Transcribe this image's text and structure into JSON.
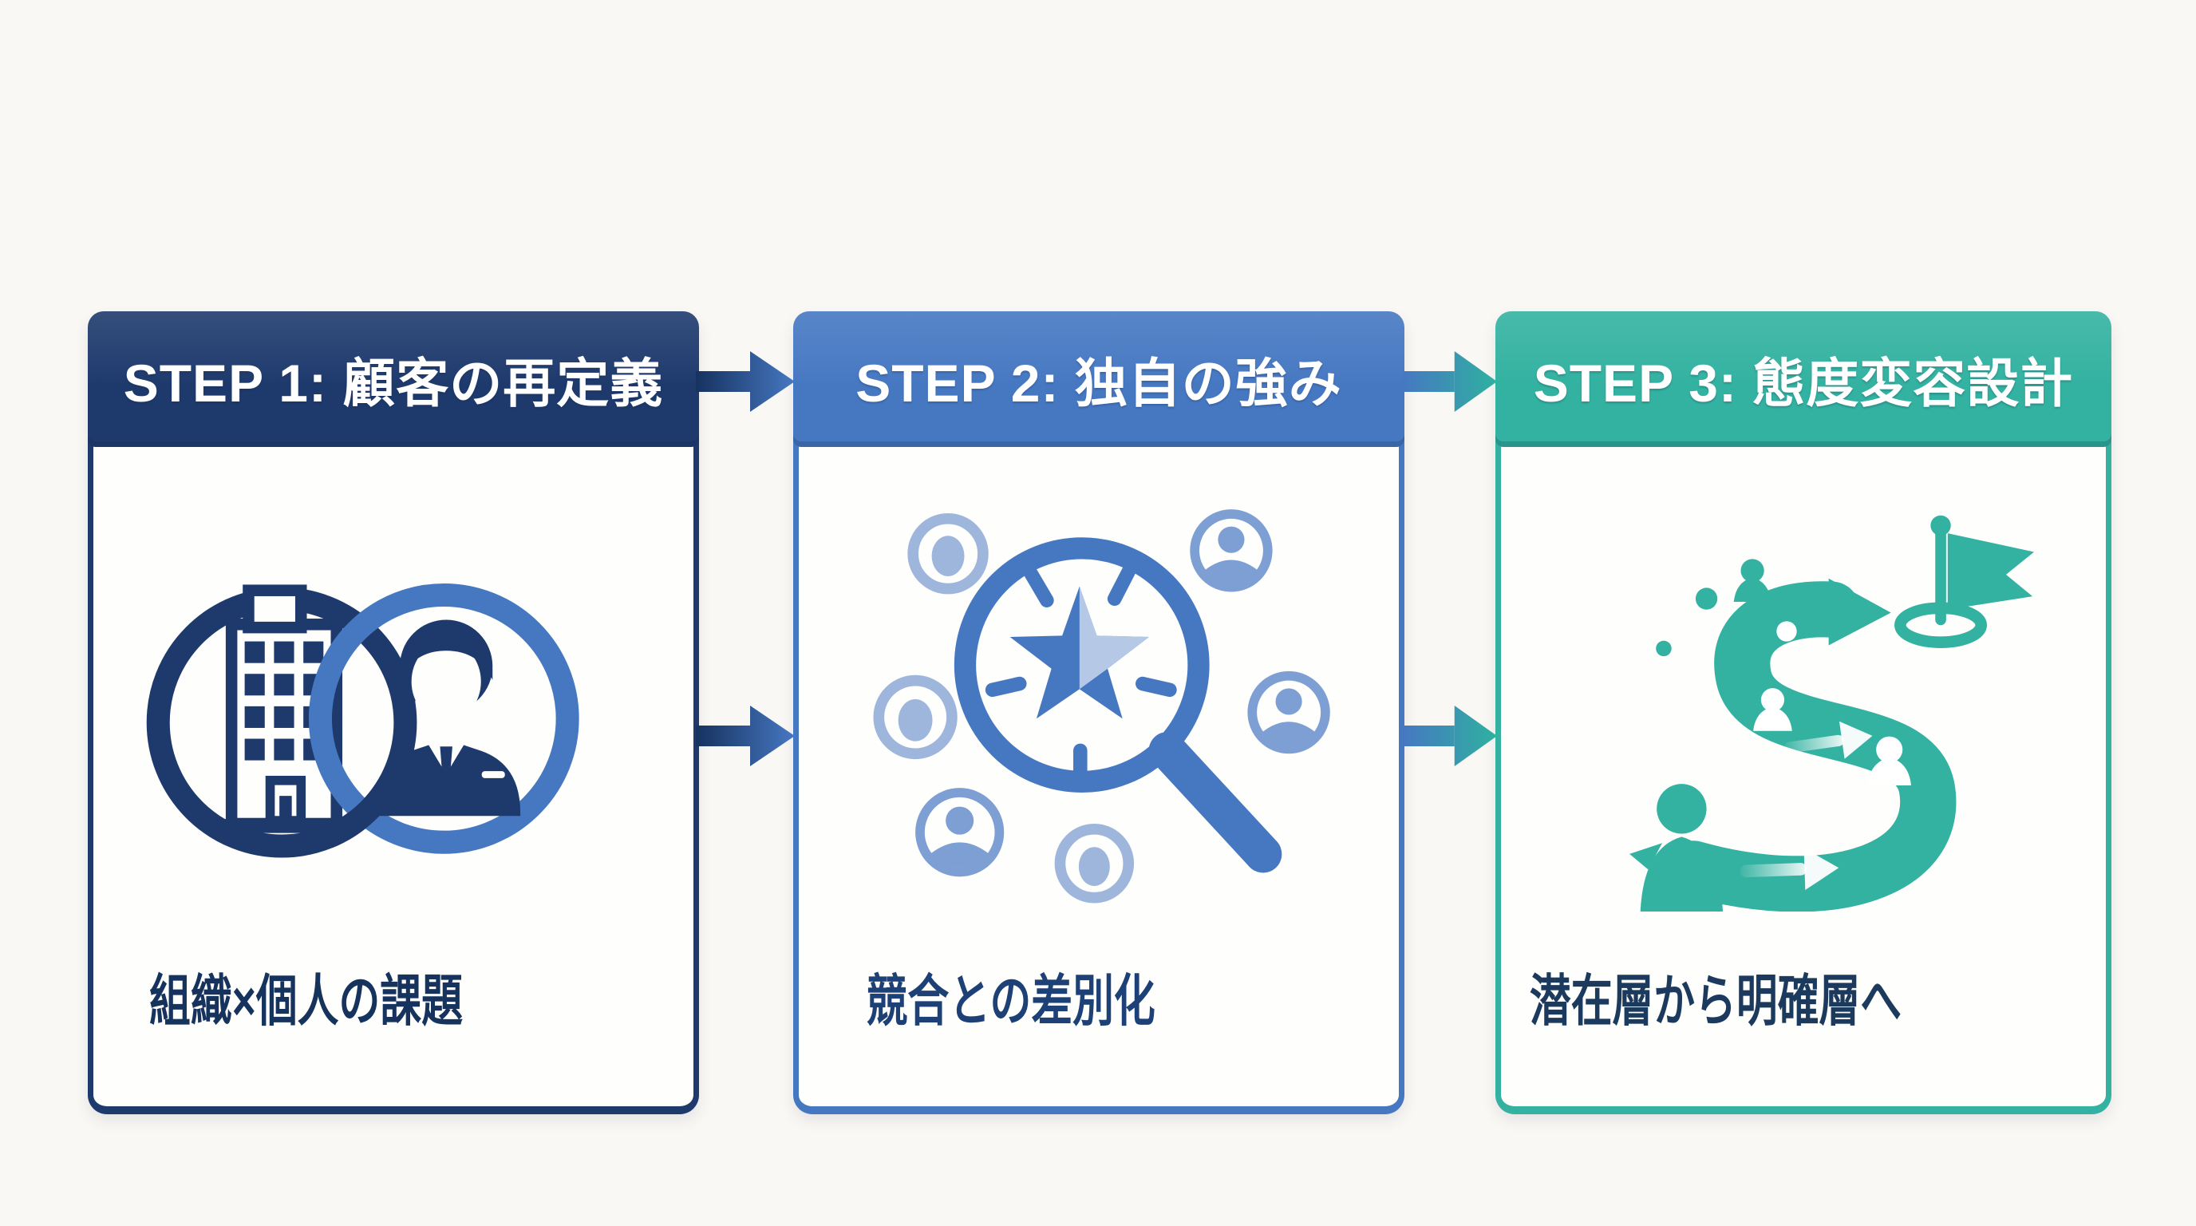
{
  "diagram": {
    "title_semantic": "three-step-marketing-process-flow",
    "background_color": "#faf8f4",
    "palette": {
      "navy": "#1e3a6d",
      "blue": "#4678c2",
      "teal": "#33b2a1",
      "light_blue": "#9fb6dc",
      "mid_blue": "#7d9fd4",
      "star_highlight": "#c9d6eb",
      "card_background": "#fefefc",
      "header_text": "#ffffff"
    },
    "steps": [
      {
        "header": "STEP 1: 顧客の再定義",
        "caption": "組織×個人の課題",
        "accent_color": "#1e3a6d",
        "caption_color": "#16335e",
        "icon": "organization-individual-overlap-icon"
      },
      {
        "header": "STEP 2: 独自の強み",
        "caption": "競合との差別化",
        "accent_color": "#4678c2",
        "caption_color": "#1d4077",
        "icon": "magnifier-star-competitors-icon"
      },
      {
        "header": "STEP 3: 態度変容設計",
        "caption": "潜在層から明確層へ",
        "accent_color": "#33b2a1",
        "caption_color": "#1b3a5e",
        "icon": "winding-path-goal-flag-icon"
      }
    ],
    "arrows": [
      {
        "from": 1,
        "to": 2,
        "positions": [
          "header-level",
          "middle-level"
        ],
        "gradient": [
          "#16325f",
          "#4678c2"
        ]
      },
      {
        "from": 2,
        "to": 3,
        "positions": [
          "header-level",
          "middle-level"
        ],
        "gradient": [
          "#4678c2",
          "#2fb1a0"
        ]
      }
    ]
  }
}
